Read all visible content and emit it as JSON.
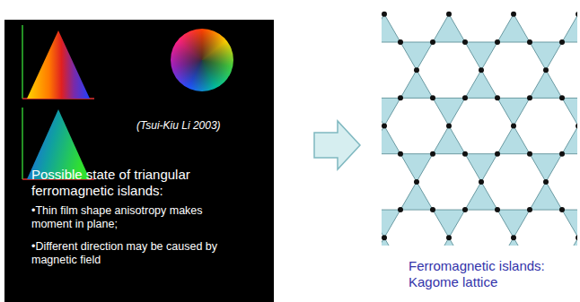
{
  "diagram": {
    "nodes": [
      {
        "text": [
          "(Tsui-Kiu Li 2003)",
          "Possible state of triangular ferromagnetic islands:",
          "•Thin film shape anisotropy makes moment in plane;",
          "•Different direction may be caused by magnetic field"
        ]
      }
    ],
    "labels": [
      "Ferromagnetic islands: Kagome lattice"
    ]
  }
}
